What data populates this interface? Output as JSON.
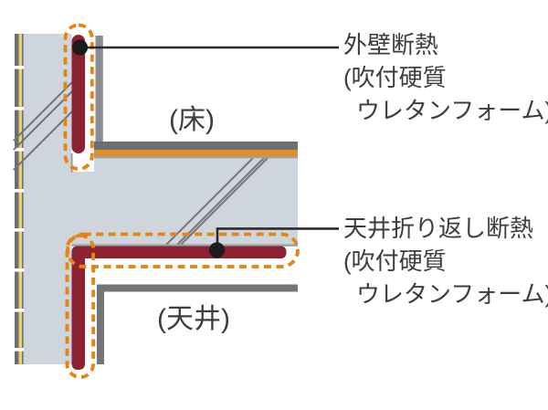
{
  "colors": {
    "background": "#ffffff",
    "concrete": "#cfd5dd",
    "insulation_red": "#8d2231",
    "dash_orange": "#e5840f",
    "floor_orange": "#df8f28",
    "tile_yellow": "#e6d070",
    "finish_dark_gray": "#6e6e72",
    "board_gray": "#8b8b90",
    "ceiling_board_gray": "#757579",
    "thin_line_gray": "#9aa0a5",
    "diagonal_gray": "#74747a",
    "leader_black": "#2b2b2b",
    "dot_black": "#1c1c1c",
    "text_color": "#3d3d3d"
  },
  "labels": {
    "floor_room": "(床)",
    "ceiling_room": "(天井)"
  },
  "annotations": [
    {
      "id": "wall-insulation",
      "lines": [
        "外壁断熱",
        "(吹付硬質",
        "ウレタンフォーム)"
      ]
    },
    {
      "id": "ceiling-return-insulation",
      "lines": [
        "天井折り返し断熱",
        "(吹付硬質",
        "ウレタンフォーム)"
      ]
    }
  ]
}
